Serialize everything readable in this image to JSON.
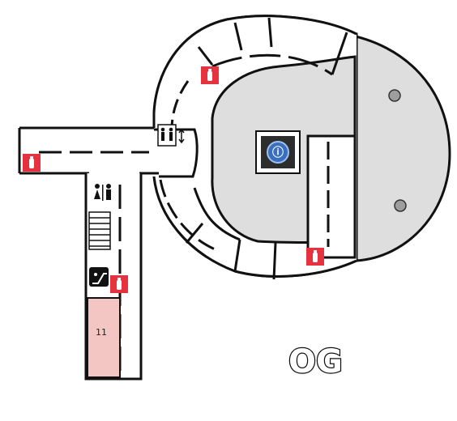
{
  "floor": {
    "label": "OG"
  },
  "rooms": [
    {
      "id": "11",
      "label": "11",
      "highlighted": true
    }
  ],
  "colors": {
    "wall": "#111111",
    "floor_fill": "#ffffff",
    "atrium_fill": "#dedede",
    "highlight_room": "#f4c6c3",
    "extinguisher_red": "#e5323e"
  },
  "icons": {
    "extinguisher": "fire-extinguisher-icon",
    "toilets": "restroom-icon",
    "elevator": "elevator-icon",
    "escalator": "escalator-icon",
    "stairs": "stairs-icon",
    "info_point": "info-point-icon"
  }
}
